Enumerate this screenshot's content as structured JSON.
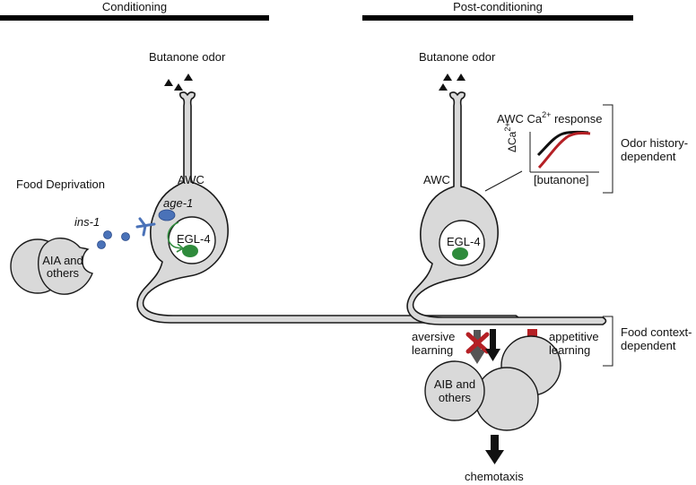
{
  "colors": {
    "cell_fill": "#d9d9d9",
    "outline": "#1a1a1a",
    "receptor_blue": "#4a72b8",
    "egl4_green": "#2f8b3c",
    "arrow_red": "#b52025",
    "arrow_black": "#111111",
    "arrow_gray": "#555555"
  },
  "conditioning": {
    "title": "Conditioning",
    "odor_label": "Butanone odor",
    "awc_label": "AWC",
    "food_deprivation": "Food Deprivation",
    "ins1_label": "ins-1",
    "age1_label": "age-1",
    "egl4_label": "EGL-4",
    "aia_label": "AIA and others"
  },
  "post_conditioning": {
    "title": "Post-conditioning",
    "odor_label": "Butanone odor",
    "awc_label": "AWC",
    "egl4_label": "EGL-4",
    "ca_response_prefix": "AWC Ca",
    "ca_response_sup": "2+",
    "ca_response_suffix": " response",
    "y_axis_prefix": "ΔCa",
    "y_axis_sup": "2+",
    "x_axis": "[butanone]",
    "odor_history": "Odor history-dependent",
    "food_context": "Food context-dependent",
    "aversive": "aversive learning",
    "appetitive": "appetitive learning",
    "aib_label": "AIB and others",
    "chemotaxis": "chemotaxis"
  }
}
